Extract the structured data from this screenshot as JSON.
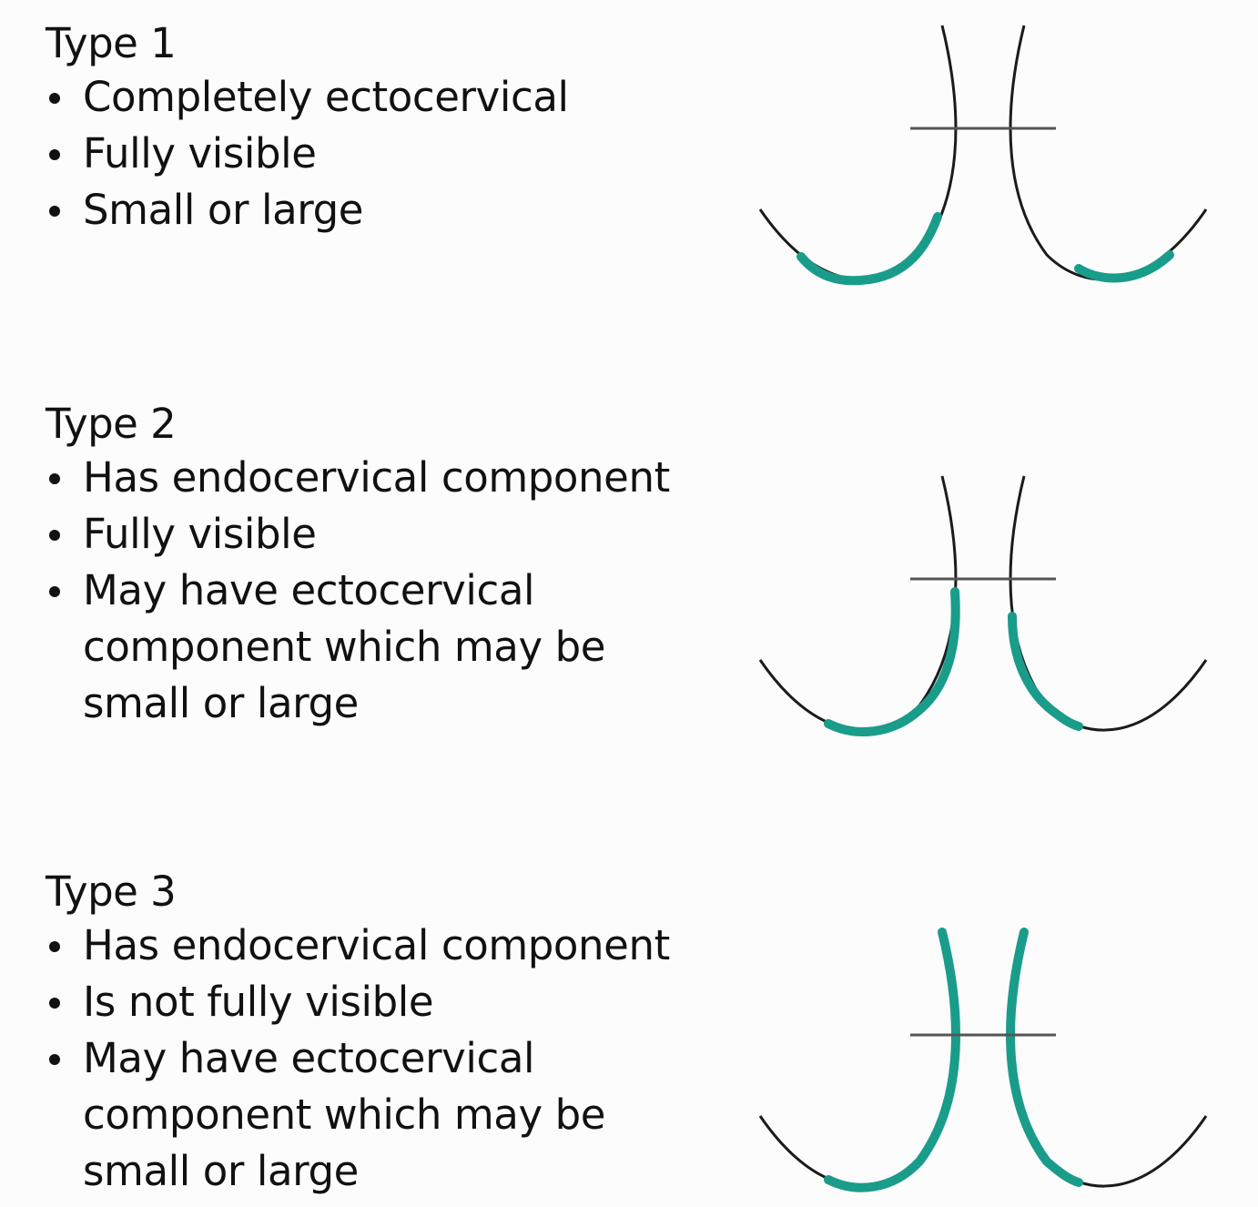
{
  "colors": {
    "teal": "#1a9c8b",
    "line": "#1b1b1b",
    "bar": "#555555"
  },
  "types": [
    {
      "title": "Type 1",
      "bullets": [
        "Completely ectocervical",
        "Fully visible",
        "Small or large"
      ]
    },
    {
      "title": "Type 2",
      "bullets": [
        "Has endocervical component",
        "Fully visible",
        "May have ectocervical component which may be small or large"
      ]
    },
    {
      "title": "Type 3",
      "bullets": [
        "Has endocervical component",
        "Is not fully visible",
        "May have ectocervical component which may be small or large"
      ]
    }
  ]
}
